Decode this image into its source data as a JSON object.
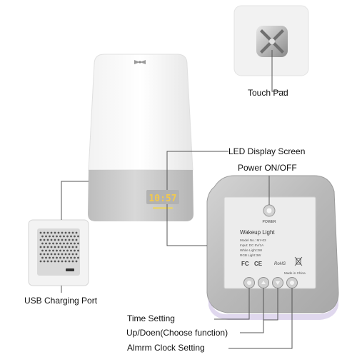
{
  "labels": {
    "touch_pad": "Touch Pad",
    "led_display": "LED Display Screen",
    "power": "Power ON/OFF",
    "usb_port": "USB Charging Port",
    "time_setting": "Time Setting",
    "up_down": "Up/Doen(Choose function)",
    "alarm_clock": "Almrm Clock Setting"
  },
  "device": {
    "display_time": "10:57",
    "power_button_label": "POWER"
  },
  "back_panel": {
    "title": "Wakeup Light",
    "spec_model": "Model No.: MY-03",
    "spec_input": "Input: DC 5V/1A",
    "spec_white": "White Light:3W",
    "spec_rgb": "RGB Light:3W",
    "cert_fc": "FC",
    "cert_ce": "CE",
    "cert_rohs": "RoHS",
    "made_in": "Made in China"
  },
  "colors": {
    "lamp_top": "#f7f7f7",
    "lamp_base": "#c9c9c9",
    "led_digits": "#f2c94c",
    "back_shell": "#bdbdbd",
    "callout_line": "#555555"
  }
}
